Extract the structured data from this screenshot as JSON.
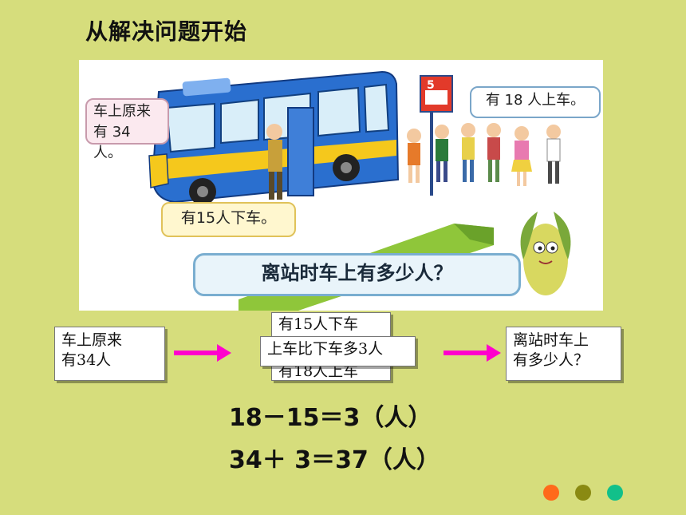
{
  "title": "从解决问题开始",
  "scene": {
    "bubble_original": "车上原来\n有 34 人。",
    "bubble_on": "有 18 人上车。",
    "bubble_off": "有15人下车。",
    "bus_sign": "5",
    "question": "离站时车上有多少人？"
  },
  "flow": {
    "box_left": "车上原来\n有34人",
    "box_mid_back": "有15人下车",
    "box_mid_back2": "有18人上车",
    "box_mid_front": "上车比下车多3人",
    "box_right": "离站时车上\n有多少人？"
  },
  "equations": [
    "18－15＝3（人）",
    "34＋ 3＝37（人）"
  ],
  "colors": {
    "background": "#d6dd7c",
    "arrow": "#ff00cc",
    "dot1": "#ff6a1a",
    "dot2": "#8a8a12",
    "dot3": "#12c08a"
  }
}
